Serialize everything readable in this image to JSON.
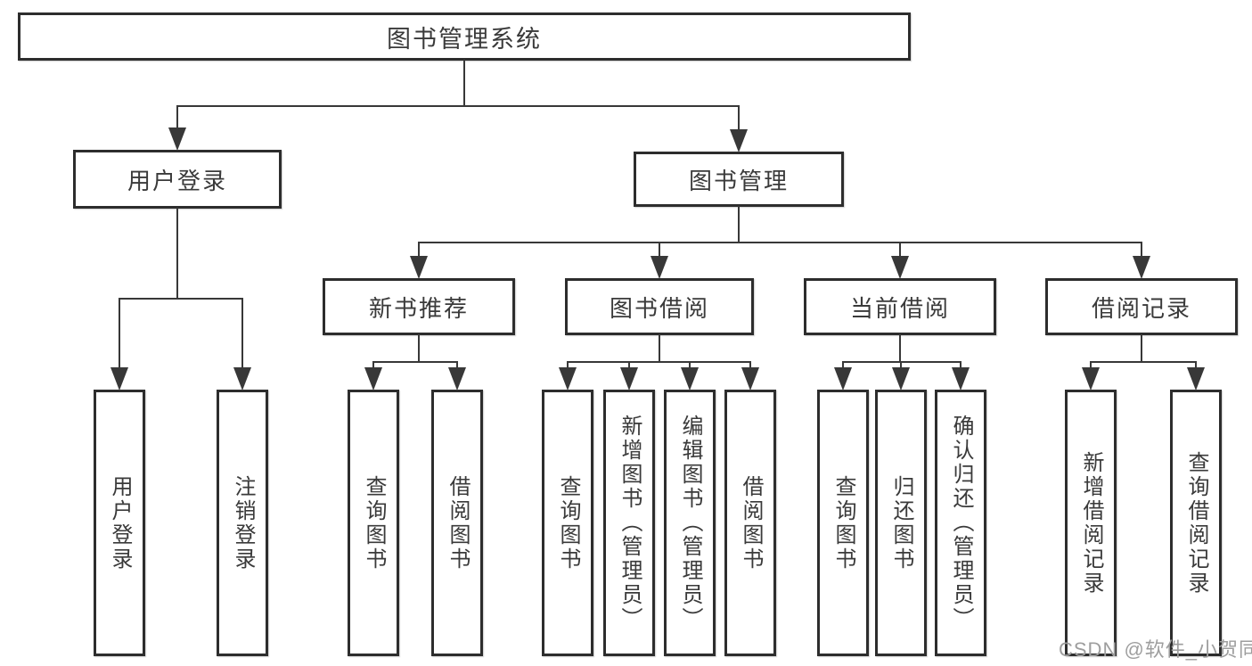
{
  "watermark": {
    "text": "CSDN @软件_小贺同学"
  },
  "colors": {
    "line": "#383838",
    "box_border": "#2d2d2d",
    "text": "#3a3a3a",
    "background": "#ffffff",
    "watermark": "#9e9e9e"
  },
  "tree": {
    "id": "system",
    "label": "图书管理系统",
    "children": [
      {
        "id": "user-login",
        "label": "用户登录",
        "children": [
          {
            "id": "login",
            "label": "用户登录",
            "vertical": true
          },
          {
            "id": "logout",
            "label": "注销登录",
            "vertical": true
          }
        ]
      },
      {
        "id": "book-mgmt",
        "label": "图书管理",
        "children": [
          {
            "id": "new-books",
            "label": "新书推荐",
            "children": [
              {
                "id": "nb-query",
                "label": "查询图书",
                "vertical": true
              },
              {
                "id": "nb-borrow",
                "label": "借阅图书",
                "vertical": true
              }
            ]
          },
          {
            "id": "book-borrow",
            "label": "图书借阅",
            "children": [
              {
                "id": "bb-query",
                "label": "查询图书",
                "vertical": true
              },
              {
                "id": "bb-add",
                "label": "新增图书（管理员）",
                "vertical": true
              },
              {
                "id": "bb-edit",
                "label": "编辑图书（管理员）",
                "vertical": true
              },
              {
                "id": "bb-borrow",
                "label": "借阅图书",
                "vertical": true
              }
            ]
          },
          {
            "id": "current-borrow",
            "label": "当前借阅",
            "children": [
              {
                "id": "cb-query",
                "label": "查询图书",
                "vertical": true
              },
              {
                "id": "cb-return",
                "label": "归还图书",
                "vertical": true
              },
              {
                "id": "cb-confirm",
                "label": "确认归还（管理员）",
                "vertical": true
              }
            ]
          },
          {
            "id": "borrow-records",
            "label": "借阅记录",
            "children": [
              {
                "id": "br-add",
                "label": "新增借阅记录",
                "vertical": true
              },
              {
                "id": "br-query",
                "label": "查询借阅记录",
                "vertical": true
              }
            ]
          }
        ]
      }
    ]
  }
}
